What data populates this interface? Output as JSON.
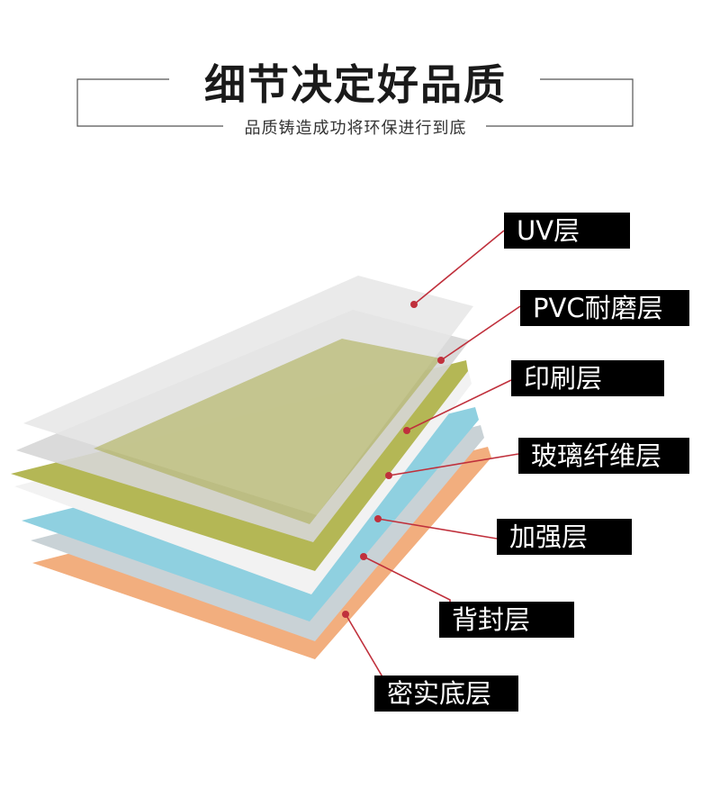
{
  "header": {
    "title": "细节决定好品质",
    "subtitle": "品质铸造成功将环保进行到底"
  },
  "layers": [
    {
      "label": "UV层",
      "color": "#e6e6e6"
    },
    {
      "label": "PVC耐磨层",
      "color": "#d6d6d6"
    },
    {
      "label": "印刷层",
      "color": "#b4b755"
    },
    {
      "label": "玻璃纤维层",
      "color": "#f2f2f2"
    },
    {
      "label": "加强层",
      "color": "#8fd0e0"
    },
    {
      "label": "背封层",
      "color": "#c9d2d6"
    },
    {
      "label": "密实底层",
      "color": "#f2ae7e"
    }
  ],
  "colors": {
    "leader_line": "#c0303c",
    "label_bg": "#000000",
    "label_text": "#ffffff"
  }
}
